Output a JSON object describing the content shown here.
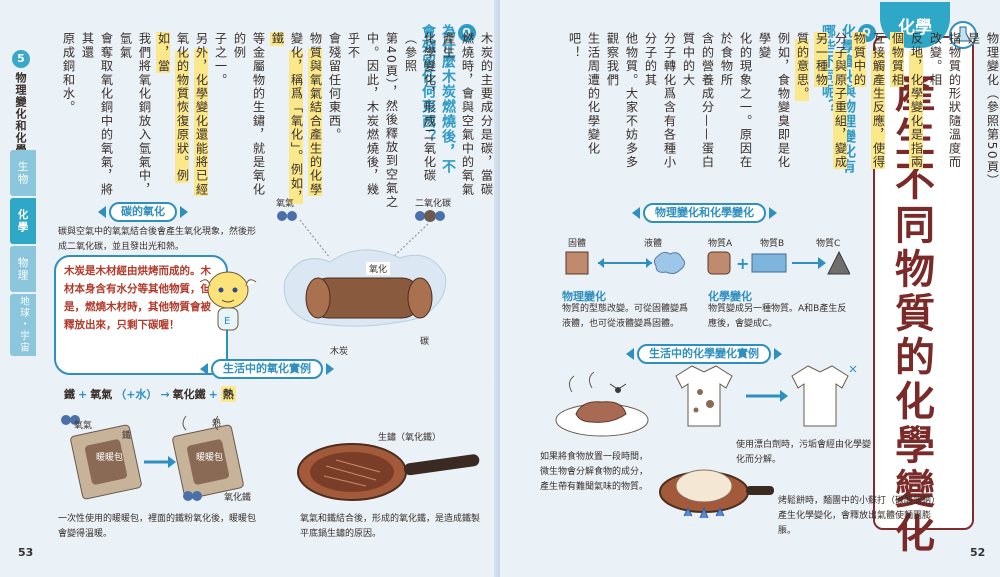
{
  "left_page": {
    "chapter_number": "5",
    "chapter_title": "物理變化和化學變化",
    "tabs": [
      "生物",
      "化學",
      "物理",
      "地球・宇宙"
    ],
    "question": "為什麼木炭燃燒後，不會殘留任何東西？",
    "body_columns": [
      "木炭的主要成分是碳，當碳",
      "燃燒時，會與空氣中的氧氣產生",
      "化學變化，形成二氧化碳（參照",
      "第40頁），然後釋放到空氣之",
      "中。因此，木炭燃燒後，幾乎不",
      "會殘留任何東西。",
      "物質與氧氣結合產生的化學",
      "變化，稱爲「氧化」。例如，鐵",
      "等金屬物的生鏽，就是氧化的例",
      "子之一。",
      "另外，化學變化還能將已經",
      "氧化的物質恢復原狀。例如，當",
      "我們將氧化銅放入氫氣中，氫氣",
      "會奪取氧化銅中的氧氣，將其還",
      "原成銅和水。"
    ],
    "oxidation_banner": "碳的氧化",
    "oxidation_caption": "碳與空氣中的氧氣結合後會產生氧化現象，然後形成二氧化碳，並且發出光和熱。",
    "diagram_labels": {
      "oxygen": "氧氣",
      "co2": "二氧化碳",
      "oxidation": "氧化",
      "charcoal": "木炭",
      "carbon": "碳"
    },
    "bubble_text": "木炭是木材經由烘烤而成的。木材本身含有水分等其他物質，但是，燃燒木材時，其他物質會被釋放出來，只剩下碳喔！",
    "example_banner": "生活中的氧化實例",
    "equation": {
      "iron": "鐵",
      "plus1": "+",
      "oxygen": "氧氣",
      "water": "（+水）",
      "arrow": "→",
      "iron_oxide": "氧化鐵",
      "plus2": "+",
      "heat": "熱"
    },
    "handwarmer_labels": {
      "oxygen": "氧氣",
      "iron": "鐵",
      "heat": "熱",
      "pack1": "暖暖包",
      "pack2": "暖暖包",
      "iron_oxide": "氧化鐵"
    },
    "handwarmer_caption": "一次性使用的暖暖包，裡面的鐵粉氧化後，暖暖包會變得溫暖。",
    "rust_label": "生鏽（氧化鐵）",
    "rust_caption": "氧氣和鐵結合後，形成的氧化鐵，是造成鐵製平底鍋生鏽的原因。",
    "page_number": "53"
  },
  "right_page": {
    "badge": "化學",
    "title": "產生不同物質的化學變化",
    "question": "化學變化與物理變化有哪些不同呢？",
    "body_columns": [
      "物理變化（參照第50頁）是",
      "指物質的形狀隨溫度而改變。相",
      "反地，化學變化是指兩個物質相",
      "互接觸產生反應，使得物質中的",
      "分子與原子重組，變成另一種物",
      "質的意思。",
      "例如，食物變臭即是化學變",
      "化的現象之一。原因在於食物所",
      "含的營養成分——蛋白質中的大",
      "分子轉化爲含有各種小分子的其",
      "他物質。大家不妨多多觀察我們",
      "生活周遭的化學變化吧！"
    ],
    "change_banner": "物理變化和化學變化",
    "states": {
      "solid": "固體",
      "liquid": "液體",
      "a": "物質A",
      "b": "物質B",
      "c": "物質C"
    },
    "physical_title": "物理變化",
    "physical_caption": "物質的型態改變。可從固體變爲液體，也可從液體變爲固體。",
    "chemical_title": "化學變化",
    "chemical_caption": "物質變成另一種物質。A和B產生反應後，會變成C。",
    "example_banner": "生活中的化學變化實例",
    "bleach_caption": "使用漂白劑時，污垢會經由化學變化而分解。",
    "food_caption": "如果將食物放置一段時間，微生物會分解食物的成分，產生帶有難聞氣味的物質。",
    "bread_caption": "烤鬆餅時，麵團中的小蘇打（碳酸氫鈉）產生化學變化，會釋放出氣體使麵團膨脹。",
    "page_number": "52"
  },
  "colors": {
    "accent": "#2f8fbf",
    "title": "#7a2a28",
    "highlight": "#fbe88a",
    "tab_active": "#2fa7c6",
    "tab_inactive": "#8cc6dc"
  }
}
